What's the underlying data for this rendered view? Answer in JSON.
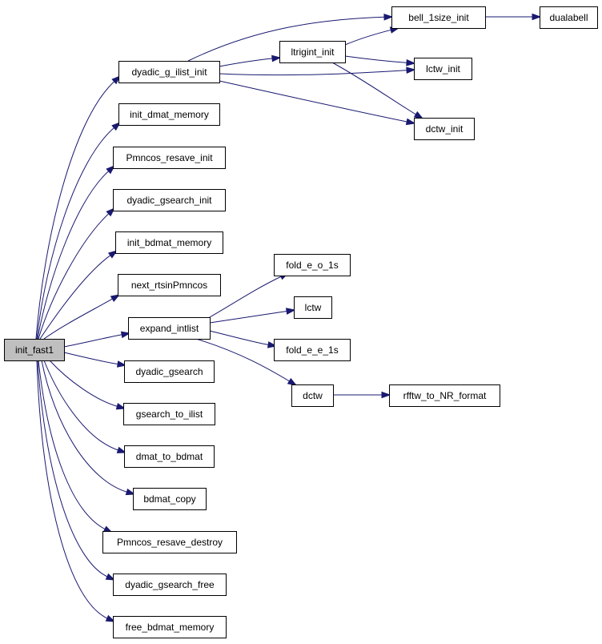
{
  "graph": {
    "nodes": [
      {
        "id": "init_fast1",
        "label": "init_fast1",
        "root": true
      },
      {
        "id": "dyadic_g_ilist_init",
        "label": "dyadic_g_ilist_init"
      },
      {
        "id": "init_dmat_memory",
        "label": "init_dmat_memory"
      },
      {
        "id": "Pmncos_resave_init",
        "label": "Pmncos_resave_init"
      },
      {
        "id": "dyadic_gsearch_init",
        "label": "dyadic_gsearch_init"
      },
      {
        "id": "init_bdmat_memory",
        "label": "init_bdmat_memory"
      },
      {
        "id": "next_rtsinPmncos",
        "label": "next_rtsinPmncos"
      },
      {
        "id": "expand_intlist",
        "label": "expand_intlist"
      },
      {
        "id": "dyadic_gsearch",
        "label": "dyadic_gsearch"
      },
      {
        "id": "gsearch_to_ilist",
        "label": "gsearch_to_ilist"
      },
      {
        "id": "dmat_to_bdmat",
        "label": "dmat_to_bdmat"
      },
      {
        "id": "bdmat_copy",
        "label": "bdmat_copy"
      },
      {
        "id": "Pmncos_resave_destroy",
        "label": "Pmncos_resave_destroy"
      },
      {
        "id": "dyadic_gsearch_free",
        "label": "dyadic_gsearch_free"
      },
      {
        "id": "free_bdmat_memory",
        "label": "free_bdmat_memory"
      },
      {
        "id": "bell_1size_init",
        "label": "bell_1size_init"
      },
      {
        "id": "ltrigint_init",
        "label": "ltrigint_init"
      },
      {
        "id": "lctw_init",
        "label": "lctw_init"
      },
      {
        "id": "dctw_init",
        "label": "dctw_init"
      },
      {
        "id": "dualabell",
        "label": "dualabell"
      },
      {
        "id": "fold_e_o_1s",
        "label": "fold_e_o_1s"
      },
      {
        "id": "lctw",
        "label": "lctw"
      },
      {
        "id": "fold_e_e_1s",
        "label": "fold_e_e_1s"
      },
      {
        "id": "dctw",
        "label": "dctw"
      },
      {
        "id": "rfftw_to_NR_format",
        "label": "rfftw_to_NR_format"
      }
    ],
    "edges": [
      {
        "from": "init_fast1",
        "to": "dyadic_g_ilist_init"
      },
      {
        "from": "init_fast1",
        "to": "init_dmat_memory"
      },
      {
        "from": "init_fast1",
        "to": "Pmncos_resave_init"
      },
      {
        "from": "init_fast1",
        "to": "dyadic_gsearch_init"
      },
      {
        "from": "init_fast1",
        "to": "init_bdmat_memory"
      },
      {
        "from": "init_fast1",
        "to": "next_rtsinPmncos"
      },
      {
        "from": "init_fast1",
        "to": "expand_intlist"
      },
      {
        "from": "init_fast1",
        "to": "dyadic_gsearch"
      },
      {
        "from": "init_fast1",
        "to": "gsearch_to_ilist"
      },
      {
        "from": "init_fast1",
        "to": "dmat_to_bdmat"
      },
      {
        "from": "init_fast1",
        "to": "bdmat_copy"
      },
      {
        "from": "init_fast1",
        "to": "Pmncos_resave_destroy"
      },
      {
        "from": "init_fast1",
        "to": "dyadic_gsearch_free"
      },
      {
        "from": "init_fast1",
        "to": "free_bdmat_memory"
      },
      {
        "from": "dyadic_g_ilist_init",
        "to": "bell_1size_init"
      },
      {
        "from": "dyadic_g_ilist_init",
        "to": "ltrigint_init"
      },
      {
        "from": "dyadic_g_ilist_init",
        "to": "lctw_init"
      },
      {
        "from": "dyadic_g_ilist_init",
        "to": "dctw_init"
      },
      {
        "from": "ltrigint_init",
        "to": "bell_1size_init"
      },
      {
        "from": "ltrigint_init",
        "to": "lctw_init"
      },
      {
        "from": "ltrigint_init",
        "to": "dctw_init"
      },
      {
        "from": "bell_1size_init",
        "to": "dualabell"
      },
      {
        "from": "expand_intlist",
        "to": "fold_e_o_1s"
      },
      {
        "from": "expand_intlist",
        "to": "lctw"
      },
      {
        "from": "expand_intlist",
        "to": "fold_e_e_1s"
      },
      {
        "from": "expand_intlist",
        "to": "dctw"
      },
      {
        "from": "dctw",
        "to": "rfftw_to_NR_format"
      }
    ]
  },
  "colors": {
    "edge": "#191970",
    "root_fill": "#bfbfbf",
    "node_fill": "#ffffff",
    "node_border": "#000000"
  }
}
